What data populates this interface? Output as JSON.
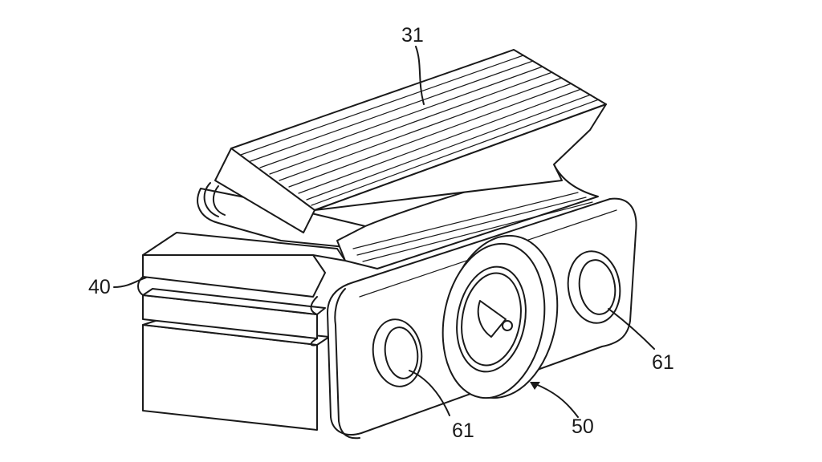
{
  "figure": {
    "labels": {
      "part_31": "31",
      "part_40": "40",
      "part_50": "50",
      "part_61_left": "61",
      "part_61_right": "61"
    },
    "line_color": "#1a1a1a",
    "background": "#ffffff"
  }
}
